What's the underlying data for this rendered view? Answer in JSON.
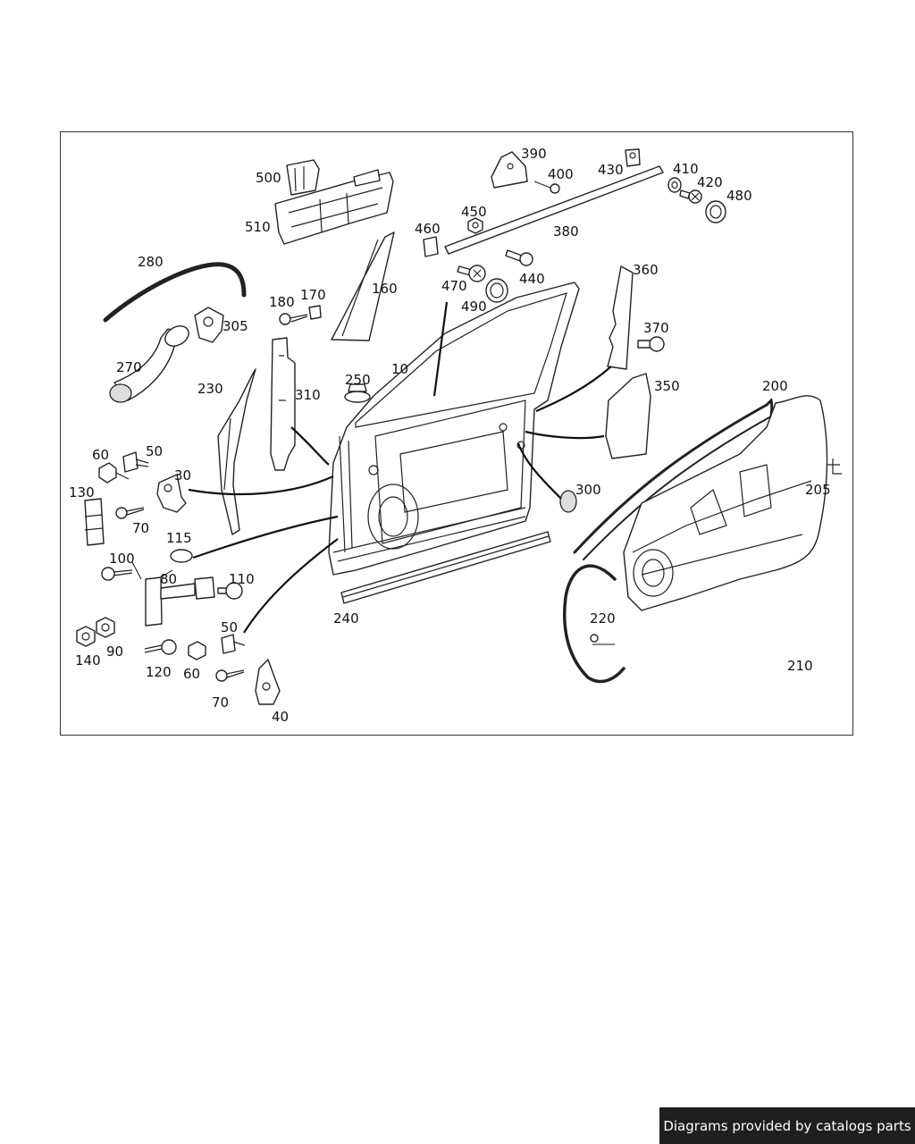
{
  "footer": {
    "text": "Diagrams provided by catalogs parts"
  },
  "callouts": [
    {
      "id": "p500",
      "text": "500"
    },
    {
      "id": "p510",
      "text": "510"
    },
    {
      "id": "p390",
      "text": "390"
    },
    {
      "id": "p400",
      "text": "400"
    },
    {
      "id": "p430",
      "text": "430"
    },
    {
      "id": "p410",
      "text": "410"
    },
    {
      "id": "p420",
      "text": "420"
    },
    {
      "id": "p480",
      "text": "480"
    },
    {
      "id": "p450",
      "text": "450"
    },
    {
      "id": "p380",
      "text": "380"
    },
    {
      "id": "p460",
      "text": "460"
    },
    {
      "id": "p440",
      "text": "440"
    },
    {
      "id": "p470",
      "text": "470"
    },
    {
      "id": "p490",
      "text": "490"
    },
    {
      "id": "p280",
      "text": "280"
    },
    {
      "id": "p180",
      "text": "180"
    },
    {
      "id": "p170",
      "text": "170"
    },
    {
      "id": "p160",
      "text": "160"
    },
    {
      "id": "p360",
      "text": "360"
    },
    {
      "id": "p305",
      "text": "305"
    },
    {
      "id": "p370",
      "text": "370"
    },
    {
      "id": "p270",
      "text": "270"
    },
    {
      "id": "p10",
      "text": "10"
    },
    {
      "id": "p250",
      "text": "250"
    },
    {
      "id": "p230",
      "text": "230"
    },
    {
      "id": "p310",
      "text": "310"
    },
    {
      "id": "p350",
      "text": "350"
    },
    {
      "id": "p200",
      "text": "200"
    },
    {
      "id": "p60a",
      "text": "60"
    },
    {
      "id": "p50a",
      "text": "50"
    },
    {
      "id": "p30",
      "text": "30"
    },
    {
      "id": "p130",
      "text": "130"
    },
    {
      "id": "p300",
      "text": "300"
    },
    {
      "id": "p205",
      "text": "205"
    },
    {
      "id": "p70a",
      "text": "70"
    },
    {
      "id": "p115",
      "text": "115"
    },
    {
      "id": "p100",
      "text": "100"
    },
    {
      "id": "p80",
      "text": "80"
    },
    {
      "id": "p110",
      "text": "110"
    },
    {
      "id": "p240",
      "text": "240"
    },
    {
      "id": "p220",
      "text": "220"
    },
    {
      "id": "p50b",
      "text": "50"
    },
    {
      "id": "p140",
      "text": "140"
    },
    {
      "id": "p90",
      "text": "90"
    },
    {
      "id": "p120",
      "text": "120"
    },
    {
      "id": "p60b",
      "text": "60"
    },
    {
      "id": "p210",
      "text": "210"
    },
    {
      "id": "p70b",
      "text": "70"
    },
    {
      "id": "p40",
      "text": "40"
    }
  ]
}
